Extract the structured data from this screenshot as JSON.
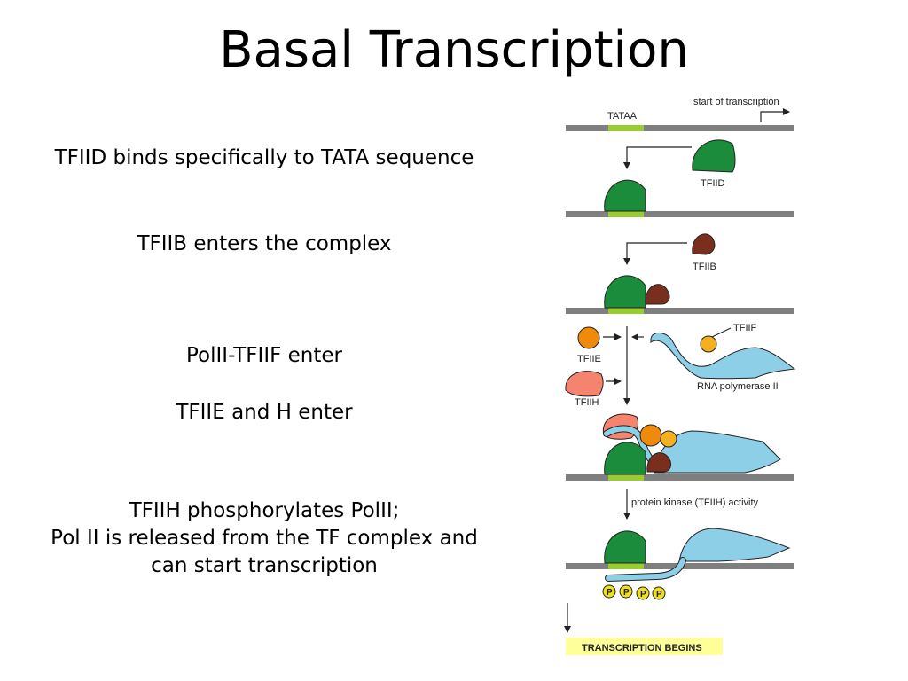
{
  "slide": {
    "title": "Basal Transcription"
  },
  "steps": {
    "tfiid_binds": "TFIID binds specifically to TATA sequence",
    "tfiib_enters": "TFIIB enters the complex",
    "polii_tfiif_enter": "PolII-TFIIF enter",
    "tfiie_h_enter": "TFIIE and H enter",
    "tfiih_line1": "TFIIH phosphorylates PolII;",
    "tfiih_line2": "Pol II is released from the TF complex and",
    "tfiih_line3": "can start transcription"
  },
  "diagram": {
    "tataa": "TATAA",
    "start_of_transcription": "start of transcription",
    "tfiid": "TFIID",
    "tfiib": "TFIIB",
    "tfiie": "TFIIE",
    "tfiih": "TFIIH",
    "tfiif": "TFIIF",
    "rna_polymerase": "RNA polymerase II",
    "kinase_activity": "protein kinase (TFIIH) activity",
    "phosphate": "P",
    "transcription_begins": "TRANSCRIPTION BEGINS"
  },
  "colors": {
    "dna": "#7f7f7f",
    "tata_box": "#99cc33",
    "tfiid": "#1a8c3c",
    "tfiib": "#7a2e1e",
    "tfiie": "#f08a0a",
    "tfiif": "#f5b020",
    "tfiih": "#f4846e",
    "polymerase": "#8ccfe6",
    "phosphate": "#f0e020",
    "banner": "#ffff99"
  }
}
